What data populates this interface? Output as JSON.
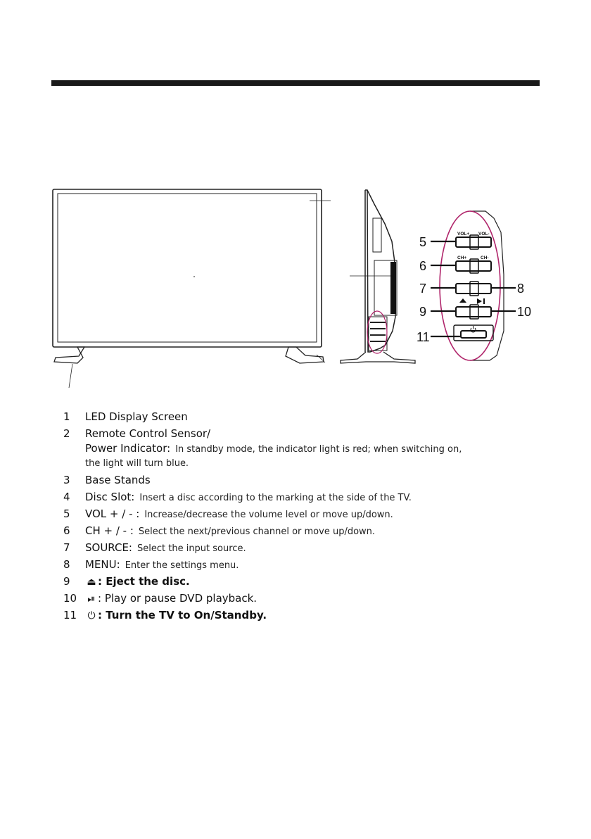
{
  "diagram": {
    "vol_plus": "VOL+",
    "vol_minus": "VOL-",
    "ch_plus": "CH+",
    "ch_minus": "CH-",
    "callouts": [
      "5",
      "6",
      "7",
      "8",
      "9",
      "10",
      "11"
    ],
    "accent_color": "#b0256b"
  },
  "items": [
    {
      "num": "1",
      "label": "LED Display Screen"
    },
    {
      "num": "2",
      "label": "Remote Control Sensor/",
      "label2": "Power Indicator:",
      "desc": "In standby mode, the indicator light is red; when switching on,",
      "desc2": "the light will turn blue."
    },
    {
      "num": "3",
      "label": "Base Stands"
    },
    {
      "num": "4",
      "label": "Disc Slot:",
      "desc": "Insert a disc according to the marking at the side of the TV."
    },
    {
      "num": "5",
      "label": "VOL + / - :",
      "desc": "Increase/decrease the volume level or move up/down."
    },
    {
      "num": "6",
      "label": "CH + / - :",
      "desc": "Select the next/previous  channel or move up/down."
    },
    {
      "num": "7",
      "label": "SOURCE:",
      "desc": "Select the input source."
    },
    {
      "num": "8",
      "label": "MENU:",
      "desc": "Enter the settings menu."
    },
    {
      "num": "9",
      "icon": "eject-icon",
      "label": ": Eject the disc."
    },
    {
      "num": "10",
      "icon": "play-pause-icon",
      "label": ": Play or pause DVD playback."
    },
    {
      "num": "11",
      "icon": "power-icon",
      "label": ":  Turn the TV to On/Standby."
    }
  ]
}
